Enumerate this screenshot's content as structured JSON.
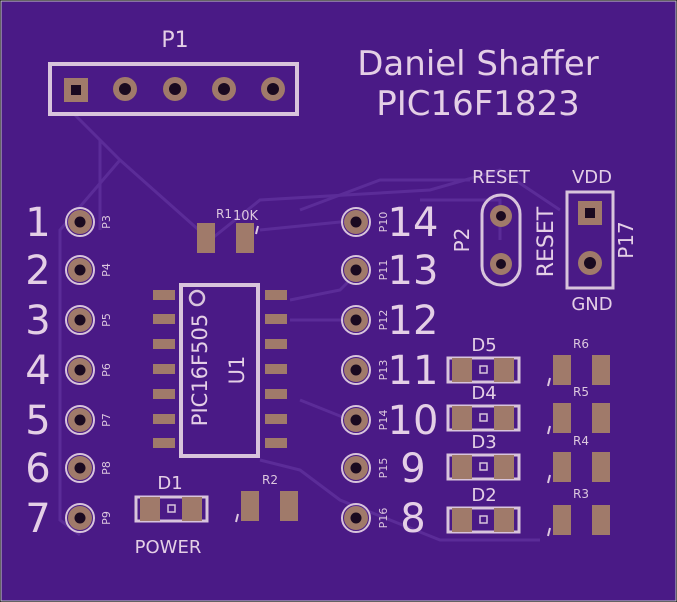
{
  "header": {
    "connector_label": "P1",
    "author": "Daniel Shaffer",
    "chip": "PIC16F1823"
  },
  "left_pins": [
    {
      "num": "1",
      "ref": "P3"
    },
    {
      "num": "2",
      "ref": "P4"
    },
    {
      "num": "3",
      "ref": "P5"
    },
    {
      "num": "4",
      "ref": "P6"
    },
    {
      "num": "5",
      "ref": "P7"
    },
    {
      "num": "6",
      "ref": "P8"
    },
    {
      "num": "7",
      "ref": "P9"
    }
  ],
  "right_pins": [
    {
      "num": "14",
      "ref": "P10"
    },
    {
      "num": "13",
      "ref": "P11"
    },
    {
      "num": "12",
      "ref": "P12"
    },
    {
      "num": "11",
      "ref": "P13"
    },
    {
      "num": "10",
      "ref": "P14"
    },
    {
      "num": "9",
      "ref": "P15"
    },
    {
      "num": "8",
      "ref": "P16"
    }
  ],
  "ic": {
    "part": "PIC16F505",
    "ref": "U1"
  },
  "resistor_r1": {
    "ref": "R1",
    "value": "10K"
  },
  "reset": {
    "label_top": "RESET",
    "label_side": "RESET",
    "ref": "P2"
  },
  "power_header": {
    "top": "VDD",
    "bottom": "GND",
    "ref": "P17"
  },
  "leds": [
    {
      "ref": "D5",
      "res": "R6"
    },
    {
      "ref": "D4",
      "res": "R5"
    },
    {
      "ref": "D3",
      "res": "R4"
    },
    {
      "ref": "D2",
      "res": "R3"
    }
  ],
  "power_led": {
    "ref": "D1",
    "label": "POWER",
    "res": "R2"
  },
  "colors": {
    "board": "#4a1a86",
    "silk": "#e4cfe6",
    "copper": "#a07a6a",
    "trace": "#5a2a96"
  }
}
